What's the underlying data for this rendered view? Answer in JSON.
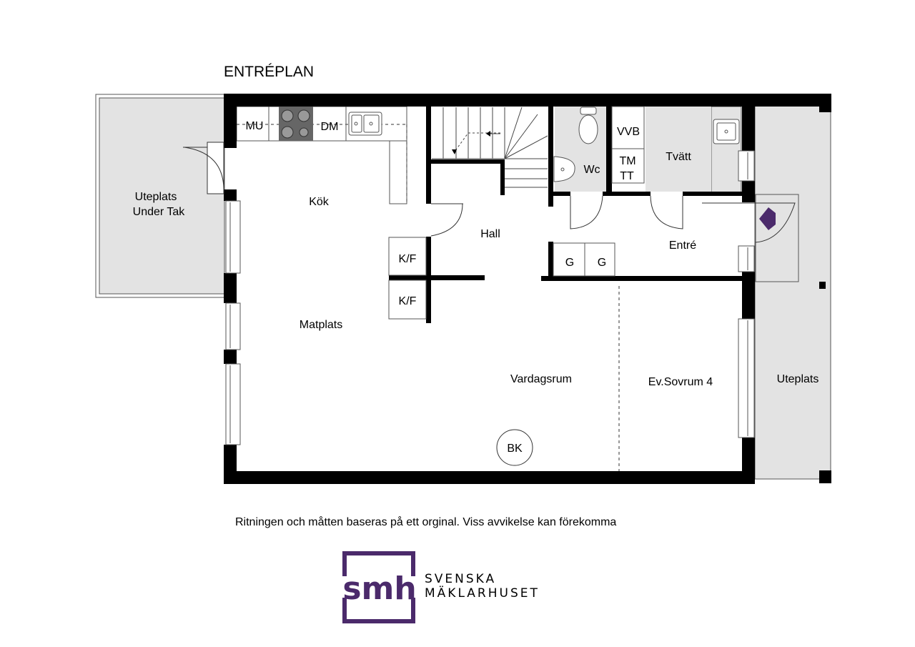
{
  "title": "ENTRÉPLAN",
  "rooms": {
    "kok": "Kök",
    "hall": "Hall",
    "matplats": "Matplats",
    "vardagsrum": "Vardagsrum",
    "sovrum": "Ev.Sovrum 4",
    "entre": "Entré",
    "wc": "Wc",
    "tvatt": "Tvätt",
    "uteplats_tak_1": "Uteplats",
    "uteplats_tak_2": "Under Tak",
    "uteplats": "Uteplats"
  },
  "fixtures": {
    "mu": "MU",
    "dm": "DM",
    "vvb": "VVB",
    "tm": "TM",
    "tt": "TT",
    "kf1": "K/F",
    "kf2": "K/F",
    "g1": "G",
    "g2": "G",
    "bk": "BK"
  },
  "disclaimer": "Ritningen och måtten baseras på ett orginal. Viss avvikelse kan förekomma",
  "brand": {
    "logo": "smh",
    "line1": "SVENSKA",
    "line2": "MÄKLARHUSET",
    "color": "#4b2a6b"
  },
  "colors": {
    "wall": "#000000",
    "terrace": "#e3e3e3",
    "entry_arrow": "#4b2a6b"
  }
}
